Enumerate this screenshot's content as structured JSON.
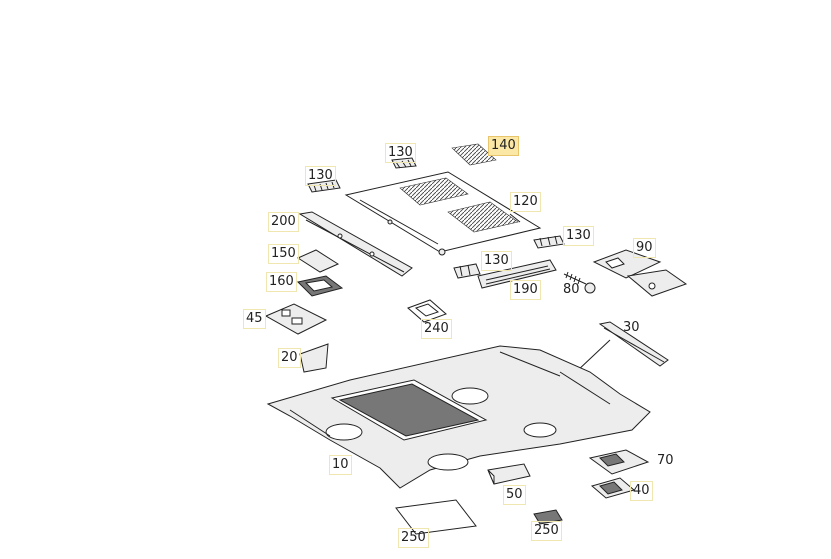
{
  "callouts": [
    {
      "id": "c140",
      "label": "140",
      "active": true
    },
    {
      "id": "c130a",
      "label": "130",
      "active": false
    },
    {
      "id": "c130b",
      "label": "130",
      "active": false
    },
    {
      "id": "c120",
      "label": "120",
      "active": false
    },
    {
      "id": "c130c",
      "label": "130",
      "active": false
    },
    {
      "id": "c90",
      "label": "90",
      "active": false
    },
    {
      "id": "c200",
      "label": "200",
      "active": false
    },
    {
      "id": "c150",
      "label": "150",
      "active": false
    },
    {
      "id": "c160",
      "label": "160",
      "active": false
    },
    {
      "id": "c130d",
      "label": "130",
      "active": false
    },
    {
      "id": "c190",
      "label": "190",
      "active": false
    },
    {
      "id": "c80",
      "label": "80",
      "active": false
    },
    {
      "id": "c45",
      "label": "45",
      "active": false
    },
    {
      "id": "c240",
      "label": "240",
      "active": false
    },
    {
      "id": "c30",
      "label": "30",
      "active": false
    },
    {
      "id": "c20",
      "label": "20",
      "active": false
    },
    {
      "id": "c10",
      "label": "10",
      "active": false
    },
    {
      "id": "c70",
      "label": "70",
      "active": false
    },
    {
      "id": "c50",
      "label": "50",
      "active": false
    },
    {
      "id": "c40",
      "label": "40",
      "active": false
    },
    {
      "id": "c250a",
      "label": "250",
      "active": false
    },
    {
      "id": "c250b",
      "label": "250",
      "active": false
    }
  ],
  "colors": {
    "highlight": "#fbe7a6",
    "highlight_border": "#e8c56a",
    "callout_border": "#f0e6b0"
  }
}
